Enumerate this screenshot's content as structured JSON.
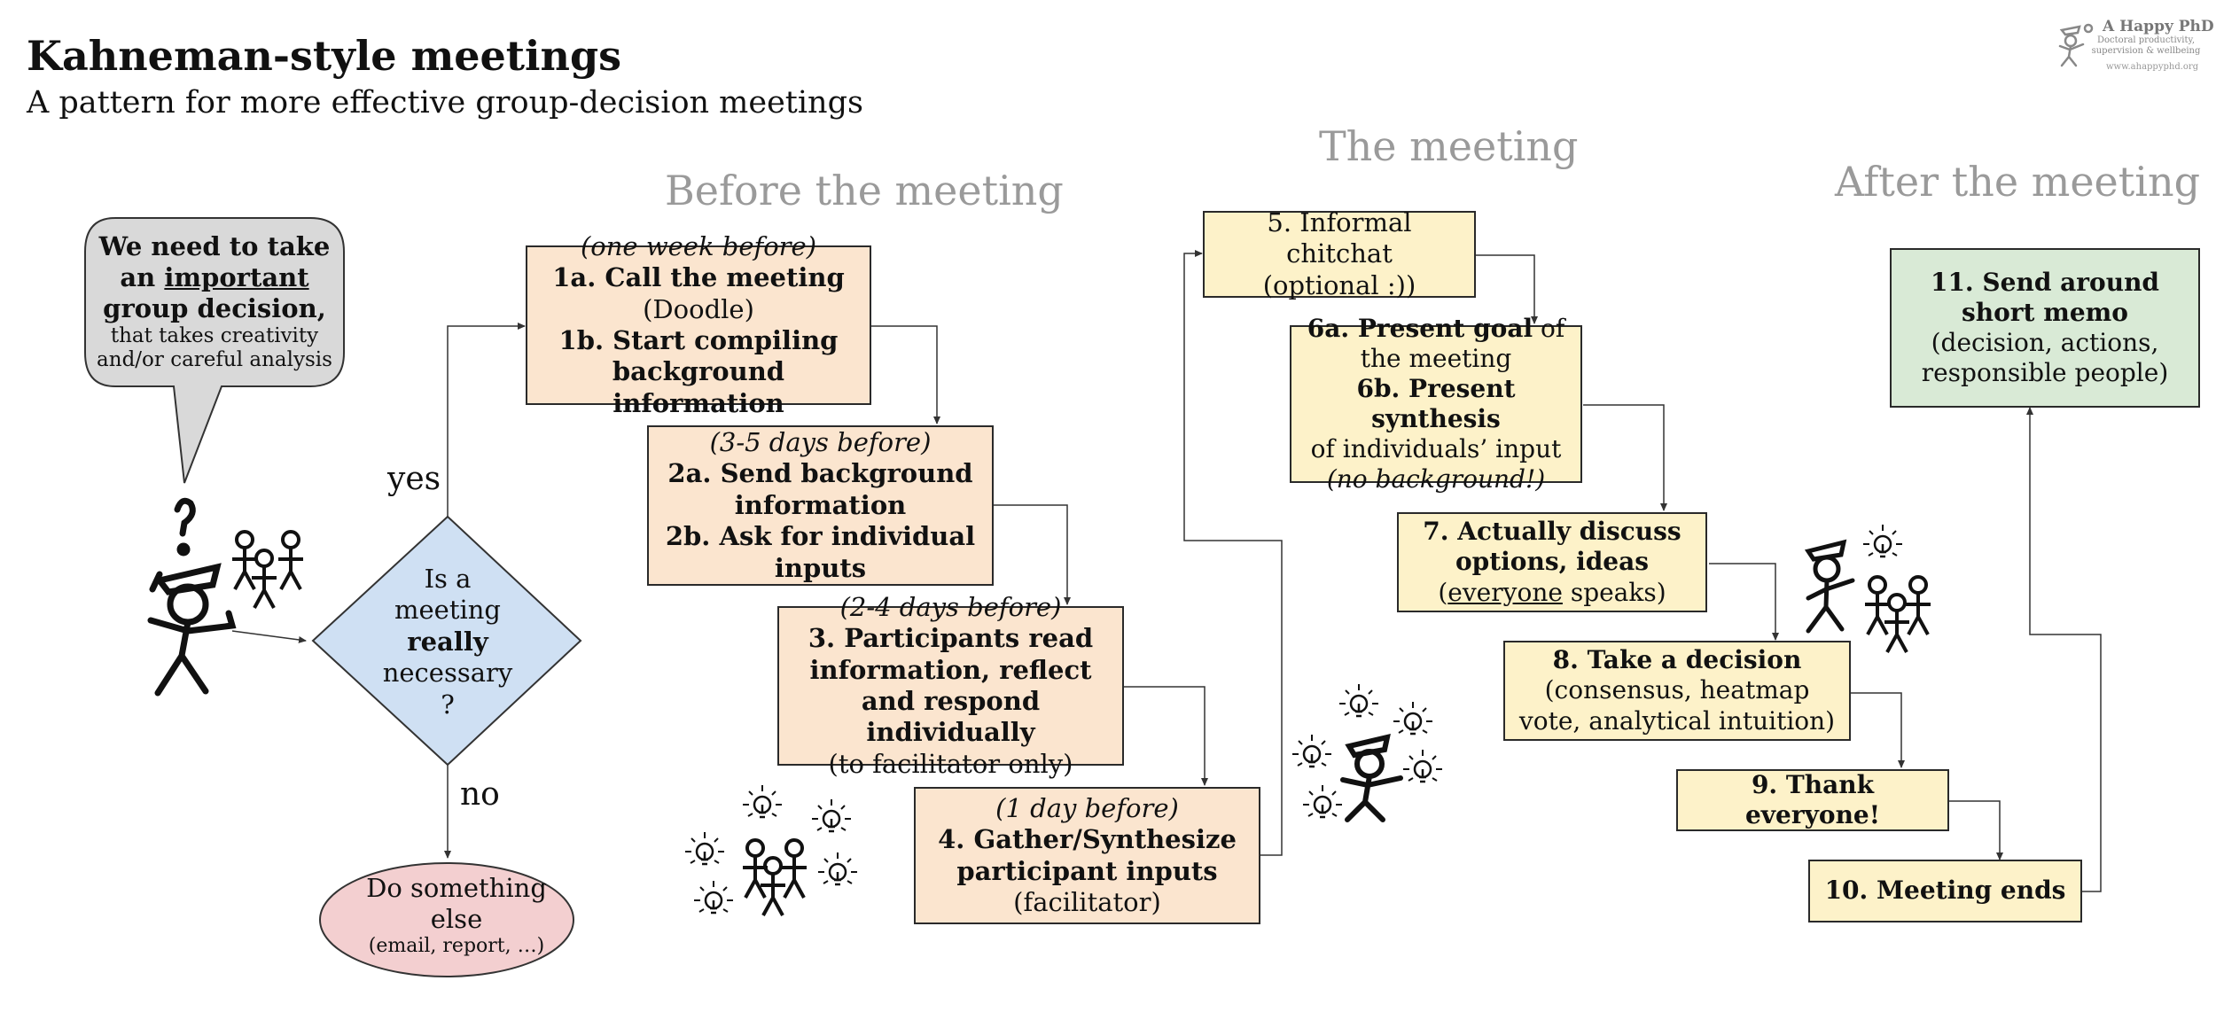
{
  "header": {
    "title": "Kahneman-style meetings",
    "subtitle": "A pattern for more effective group-decision meetings"
  },
  "logo": {
    "name": "A Happy PhD",
    "tagline": "Doctoral productivity, supervision & wellbeing",
    "url": "www.ahappyphd.org"
  },
  "sections": {
    "before": "Before the meeting",
    "meeting": "The meeting",
    "after": "After the meeting"
  },
  "bubble": {
    "line1": "We need to take",
    "line2_pre": "an ",
    "line2_underlined": "important",
    "line3": "group decision,",
    "line4": "that takes creativity",
    "line5": "and/or careful analysis"
  },
  "decision": {
    "line1": "Is a",
    "line2": "meeting",
    "line3": "really",
    "line4": "necessary",
    "line5": "?",
    "yes_label": "yes",
    "no_label": "no"
  },
  "alternative": {
    "line1": "Do something",
    "line2": "else",
    "line3": "(email, report, …)"
  },
  "steps": {
    "s1": {
      "when": "(one week before)",
      "a": "1a. Call the meeting",
      "a_note": "(Doodle)",
      "b": "1b. Start compiling background information"
    },
    "s2": {
      "when": "(3-5 days before)",
      "a": "2a. Send background information",
      "b": "2b. Ask for individual inputs"
    },
    "s3": {
      "when": "(2-4 days before)",
      "a": "3. Participants read information, reflect and respond individually",
      "note": "(to facilitator only)"
    },
    "s4": {
      "when": "(1 day before)",
      "a": "4. Gather/Synthesize participant inputs",
      "note": "(facilitator)"
    },
    "s5": {
      "a": "5. Informal chitchat",
      "note": "(optional :))"
    },
    "s6": {
      "a_bold": "6a. Present goal",
      "a_rest": " of the meeting",
      "b_bold": "6b. Present synthesis",
      "b_rest": "of individuals’ input",
      "note": "(no background!)"
    },
    "s7": {
      "a": "7. Actually discuss options, ideas",
      "note_pre": "(",
      "note_underlined": "everyone",
      "note_post": " speaks)"
    },
    "s8": {
      "a": "8. Take a decision",
      "note": "(consensus, heatmap vote, analytical intuition)"
    },
    "s9": {
      "a": "9. Thank everyone!"
    },
    "s10": {
      "a": "10. Meeting ends"
    },
    "s11": {
      "a": "11. Send around short memo",
      "note": "(decision, actions, responsible people)"
    }
  },
  "colors": {
    "before_steps": "#fbe5cf",
    "meeting_steps": "#fdf2c9",
    "after_steps": "#d9ead6",
    "decision_diamond": "#cfe0f3",
    "alternative_ellipse": "#f3cfd0",
    "speech_bubble": "#d9d9d9",
    "section_titles": "#9a9a9a"
  }
}
